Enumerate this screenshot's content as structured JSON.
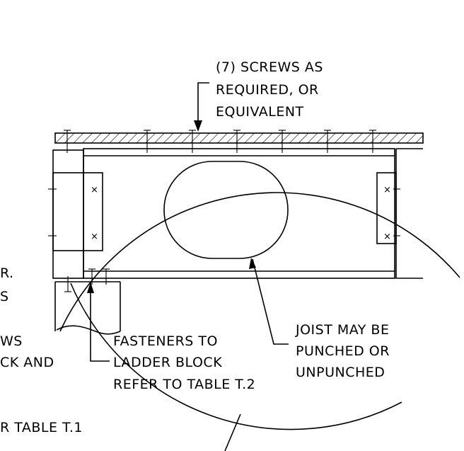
{
  "labels": {
    "screws": [
      "(7) SCREWS AS",
      "REQUIRED, OR",
      "EQUIVALENT"
    ],
    "fasteners": [
      "FASTENERS TO",
      "LADDER BLOCK",
      "REFER TO TABLE T.2"
    ],
    "joist": [
      "JOIST MAY BE",
      "PUNCHED OR",
      "UNPUNCHED"
    ],
    "left_partial": [
      "R.",
      "S",
      "WS",
      "CK AND"
    ],
    "bottom_partial": "R TABLE T.1"
  },
  "colors": {
    "line": "#000000",
    "background": "#ffffff"
  }
}
